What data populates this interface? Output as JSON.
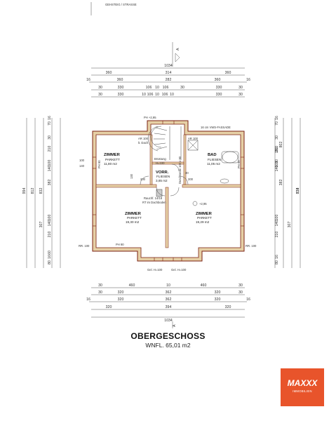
{
  "top_note": "GEHSTEIG / STRASSE",
  "section_marker": "A",
  "dims": {
    "overall": "1034",
    "top_row2": [
      "360",
      "314",
      "360"
    ],
    "top_row3": [
      "16",
      "360",
      "282",
      "360",
      "16"
    ],
    "top_row4": [
      "30",
      "330",
      "106",
      "10",
      "106",
      "30",
      "330",
      "30"
    ],
    "top_row5": [
      "30",
      "330",
      "10",
      "106",
      "10",
      "106",
      "10",
      "330",
      "30"
    ],
    "bottom_row1": [
      "30",
      "460",
      "10",
      "460",
      "30"
    ],
    "bottom_row2": [
      "30",
      "320",
      "362",
      "320",
      "30"
    ],
    "bottom_row3": [
      "16",
      "320",
      "362",
      "320",
      "16"
    ],
    "bottom_row4": [
      "320",
      "394",
      "320"
    ],
    "left_overall": "994",
    "left_col2": [
      "812",
      "832",
      "307",
      "382"
    ],
    "left_small": [
      "70",
      "16",
      "30",
      "210",
      "100",
      "140",
      "100",
      "140",
      "210",
      "60",
      "16",
      "80"
    ],
    "right_overall": "834",
    "right_col2": [
      "802",
      "382",
      "307",
      "332"
    ],
    "right_small": [
      "70",
      "16",
      "30",
      "210",
      "190",
      "30",
      "100",
      "140",
      "100",
      "140",
      "210",
      "16",
      "80"
    ]
  },
  "rooms": [
    {
      "name": "ZIMMER",
      "floor": "PARKETT",
      "area": "11,80 m2"
    },
    {
      "name": "BAD",
      "floor": "FLIESEN",
      "area": "11,05 m2"
    },
    {
      "name": "VORR.",
      "floor": "FLIESEN",
      "area": "3,65 m2"
    },
    {
      "name": "ZIMMER",
      "floor": "PARKETT",
      "area": "19,30 m2"
    },
    {
      "name": "ZIMMER",
      "floor": "PARKETT",
      "area": "19,29 m2"
    }
  ],
  "annotations": {
    "ph_top": "PH +2,95",
    "facade": "16 cm VWS-FASSADE",
    "ar": "AR 100",
    "dach": "lt. Dach",
    "ar2": "AR 100",
    "bruestung": "Brüstung",
    "h100": "H=100",
    "rauchf": "Rauchf. 14/18",
    "rt": "RT im Dachboden",
    "duschtasse": "Duschtasse 100 x 90",
    "ph90_a": "PH 90",
    "ph90_b": "PH 90",
    "ph90_c": "PH 90",
    "rr100_l": "RR. 100",
    "rr100_r": "RR. 100",
    "level": "+2,95",
    "gel1": "Gel. H=100",
    "gel2": "Gel. H=100",
    "w_100": "100",
    "w_140": "140",
    "w_200a": "200",
    "w_200b": "200",
    "w_130": "130",
    "w_30": "30"
  },
  "title": "OBERGESCHOSS",
  "subtitle": "WNFL. 65,01 m2",
  "logo": {
    "text": "MAXXX",
    "sub": "IMMOBILIEN"
  }
}
